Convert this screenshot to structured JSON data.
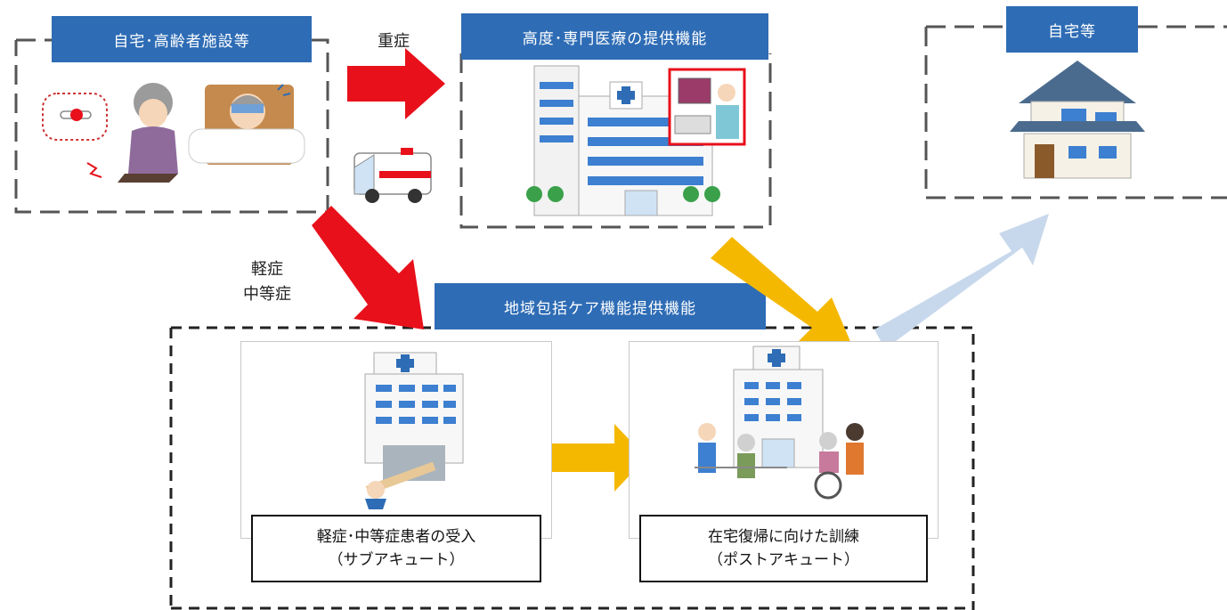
{
  "labels": {
    "home_facility": "自宅･高齢者施設等",
    "advanced_care": "高度･専門医療の提供機能",
    "home_return": "自宅等",
    "community_care": "地域包括ケア機能提供機能"
  },
  "severity": {
    "severe": "重症",
    "mild_line1": "軽症",
    "mild_line2": "中等症"
  },
  "captions": {
    "subacute_line1": "軽症･中等症患者の受入",
    "subacute_line2": "（サブアキュート）",
    "postacute_line1": "在宅復帰に向けた訓練",
    "postacute_line2": "（ポストアキュート）"
  },
  "colors": {
    "label_blue": "#2e6cb5",
    "arrow_red": "#e8101a",
    "arrow_yellow": "#f5b800",
    "arrow_lightblue": "#c8d8ec"
  }
}
